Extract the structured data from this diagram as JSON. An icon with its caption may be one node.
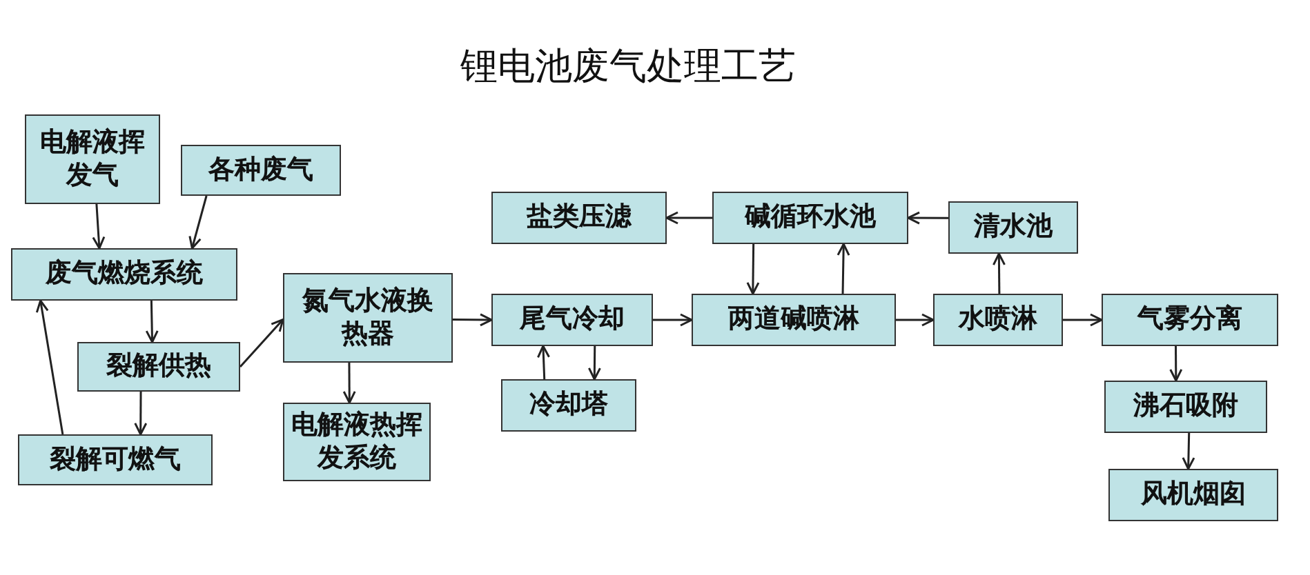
{
  "diagram": {
    "title": "锂电池废气处理工艺",
    "nodes": [
      {
        "text": [
          "电解液挥发气"
        ]
      },
      {
        "text": [
          "各种废气"
        ]
      },
      {
        "text": [
          "废气燃烧系统"
        ]
      },
      {
        "text": [
          "裂解供热"
        ]
      },
      {
        "text": [
          "裂解可燃气"
        ]
      },
      {
        "text": [
          "氮气水液换热器"
        ]
      },
      {
        "text": [
          "电解液热挥发系统"
        ]
      },
      {
        "text": [
          "尾气冷却"
        ]
      },
      {
        "text": [
          "冷却塔"
        ]
      },
      {
        "text": [
          "盐类压滤"
        ]
      },
      {
        "text": [
          "碱循环水池"
        ]
      },
      {
        "text": [
          "清水池"
        ]
      },
      {
        "text": [
          "两道碱喷淋"
        ]
      },
      {
        "text": [
          "水喷淋"
        ]
      },
      {
        "text": [
          "气雾分离"
        ]
      },
      {
        "text": [
          "沸石吸附"
        ]
      },
      {
        "text": [
          "风机烟囱"
        ]
      }
    ],
    "edges": [
      {
        "from": 0,
        "to": 2,
        "arrow": "to"
      },
      {
        "from": 1,
        "to": 2,
        "arrow": "to"
      },
      {
        "from": 2,
        "to": 3,
        "arrow": "to"
      },
      {
        "from": 3,
        "to": 4,
        "arrow": "to"
      },
      {
        "from": 4,
        "to": 2,
        "arrow": "to"
      },
      {
        "from": 3,
        "to": 5,
        "arrow": "to"
      },
      {
        "from": 5,
        "to": 6,
        "arrow": "to"
      },
      {
        "from": 5,
        "to": 7,
        "arrow": "to"
      },
      {
        "from": 7,
        "to": 8,
        "arrow": "to"
      },
      {
        "from": 8,
        "to": 7,
        "arrow": "to"
      },
      {
        "from": 7,
        "to": 12,
        "arrow": "to"
      },
      {
        "from": 12,
        "to": 10,
        "arrow": "to"
      },
      {
        "from": 10,
        "to": 12,
        "arrow": "to"
      },
      {
        "from": 10,
        "to": 9,
        "arrow": "to"
      },
      {
        "from": 11,
        "to": 10,
        "arrow": "to"
      },
      {
        "from": 13,
        "to": 11,
        "arrow": "to"
      },
      {
        "from": 12,
        "to": 13,
        "arrow": "to"
      },
      {
        "from": 13,
        "to": 14,
        "arrow": "to"
      },
      {
        "from": 14,
        "to": 15,
        "arrow": "to"
      },
      {
        "from": 15,
        "to": 16,
        "arrow": "to"
      }
    ]
  }
}
